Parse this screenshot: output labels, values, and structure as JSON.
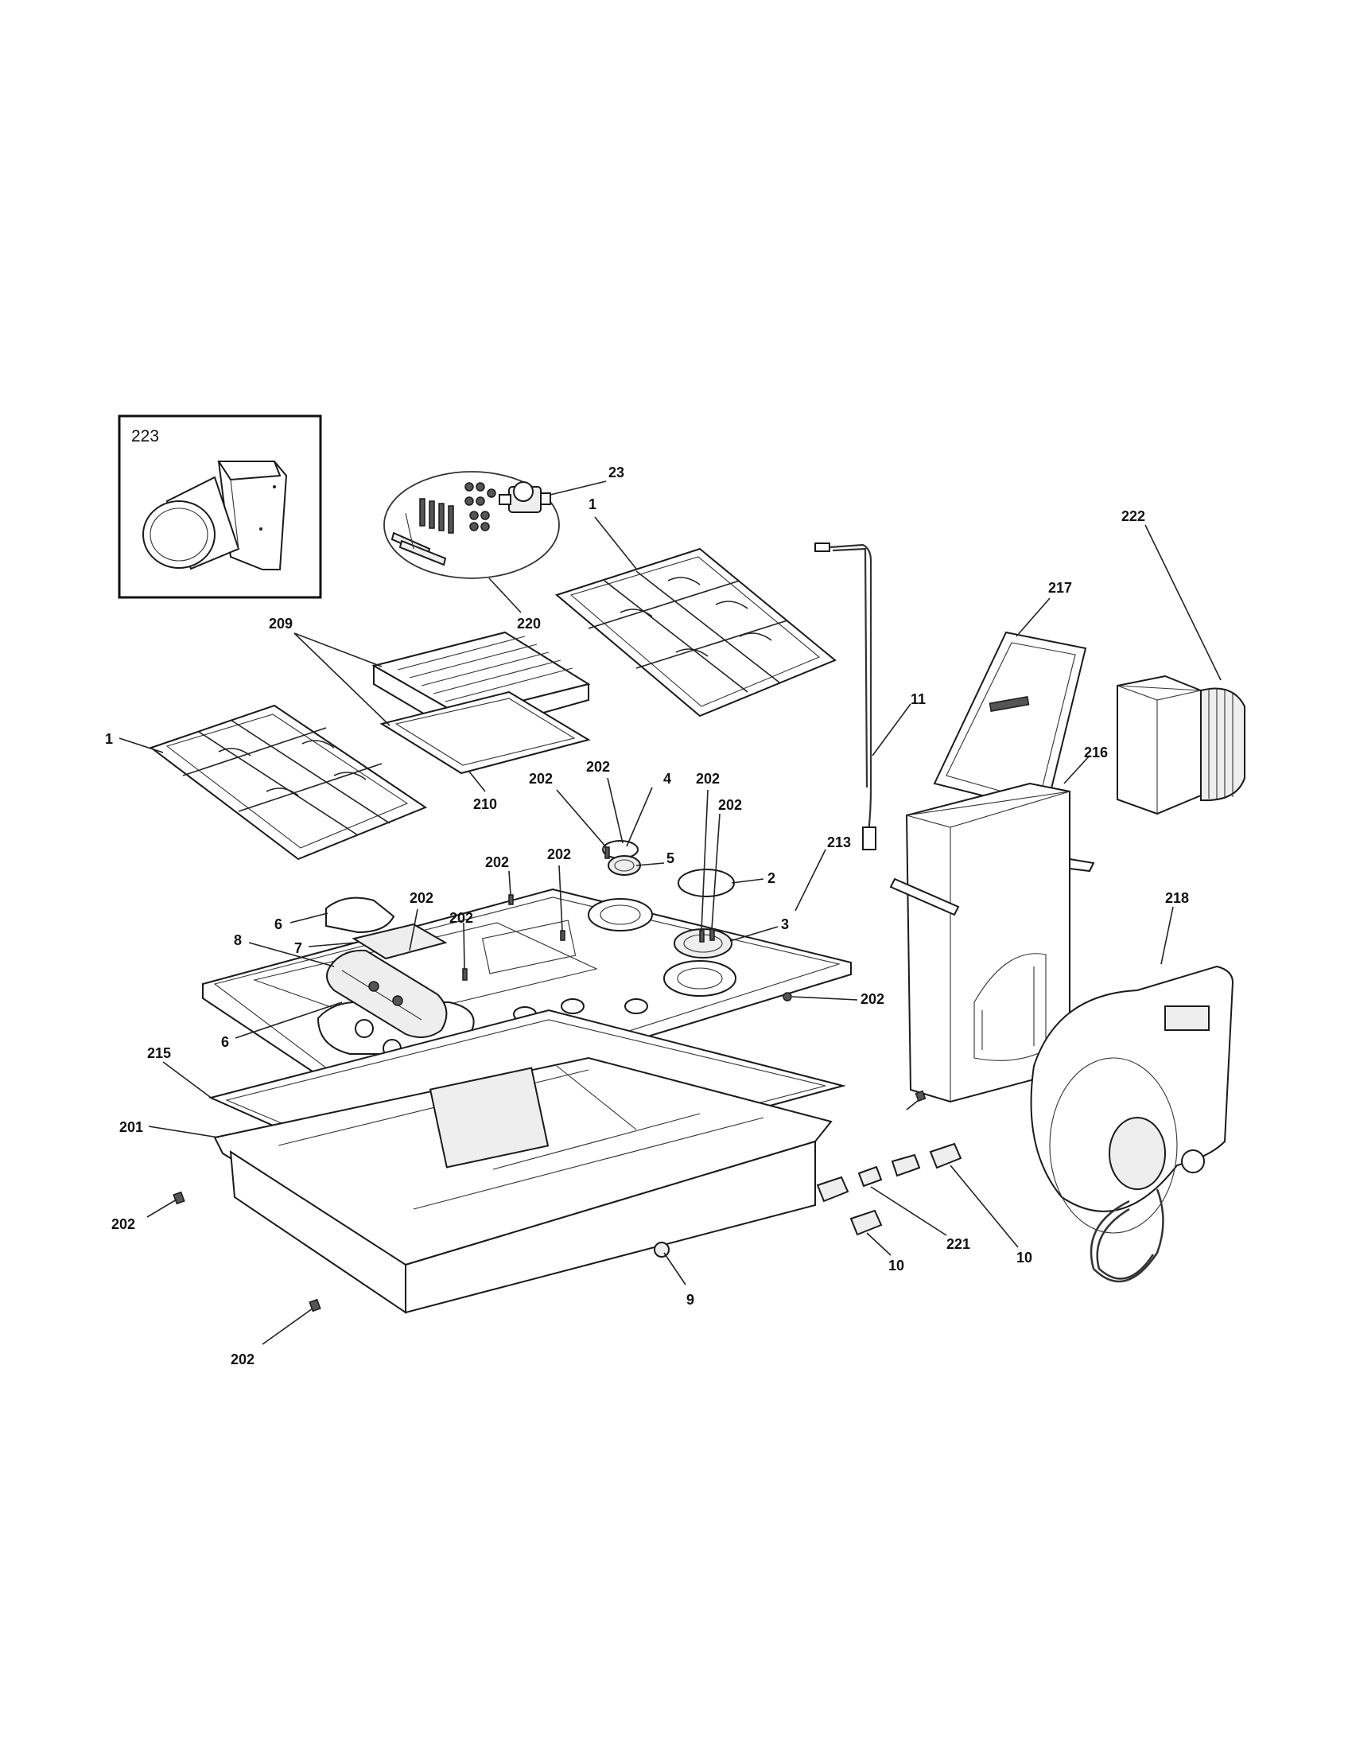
{
  "callouts": {
    "c223": "223",
    "c23": "23",
    "c220": "220",
    "c1a": "1",
    "c1b": "1",
    "c209": "209",
    "c210": "210",
    "c222": "222",
    "c217": "217",
    "c11": "11",
    "c216": "216",
    "c218": "218",
    "c202a": "202",
    "c202b": "202",
    "c202c": "202",
    "c202d": "202",
    "c202e": "202",
    "c202f": "202",
    "c202g": "202",
    "c202h": "202",
    "c202i": "202",
    "c202j": "202",
    "c202k": "202",
    "c4": "4",
    "c5": "5",
    "c2": "2",
    "c3": "3",
    "c213": "213",
    "c6a": "6",
    "c6b": "6",
    "c7": "7",
    "c8": "8",
    "c215": "215",
    "c201": "201",
    "c9": "9",
    "c221": "221",
    "c10a": "10",
    "c10b": "10"
  }
}
